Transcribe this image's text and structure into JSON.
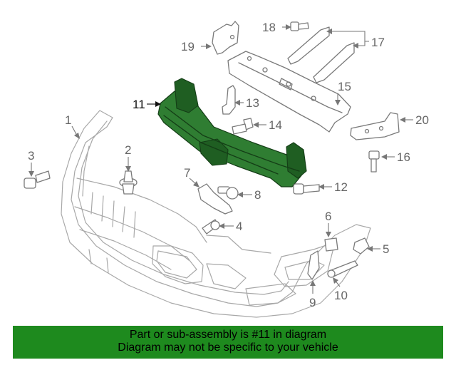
{
  "callouts": {
    "c1": "1",
    "c2": "2",
    "c3": "3",
    "c4": "4",
    "c5": "5",
    "c6": "6",
    "c7": "7",
    "c8": "8",
    "c9": "9",
    "c10": "10",
    "c11": "11",
    "c12": "12",
    "c13": "13",
    "c14": "14",
    "c15": "15",
    "c16": "16",
    "c17": "17",
    "c18": "18",
    "c19": "19",
    "c20": "20"
  },
  "highlighted_part": "11",
  "colors": {
    "highlight": "#2f7d32",
    "banner": "#1e8a1e",
    "line": "#a8a8a8"
  },
  "footer": {
    "line1": "Part or sub-assembly is #11 in diagram",
    "line2": "Diagram may not be specific to your vehicle"
  }
}
